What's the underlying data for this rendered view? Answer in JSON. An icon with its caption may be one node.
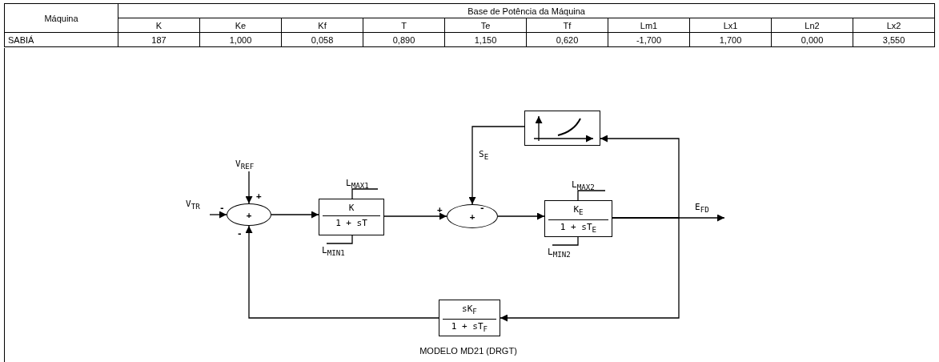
{
  "diagram": {
    "caption": "MODELO MD21 (DRGT)",
    "nodes": [
      {
        "text": [
          "+"
        ]
      },
      {
        "text": [
          "K",
          "1 + sT"
        ],
        "beside": [
          "L$_{MAX1}$",
          "L$_{MIN1}$"
        ]
      },
      {
        "text": [
          "+"
        ]
      },
      {
        "text": [
          "K$_{E}$",
          "1 + sT$_{E}$"
        ],
        "beside": [
          "L$_{MAX2}$",
          "L$_{MIN2}$"
        ]
      },
      {
        "text": [],
        "shape": "picture"
      },
      {
        "text": [
          "sK$_{F}$",
          "1 + sT$_{F}$"
        ]
      },
      {
        "text": [
          "V$_{REF}$"
        ]
      },
      {
        "text": [
          "V$_{TR}$"
        ]
      }
    ],
    "edges": [
      {
        "from": 7,
        "to": 0,
        "arrow": "to"
      },
      {
        "from": 6,
        "to": 0,
        "arrow": "to"
      },
      {
        "from": 0,
        "to": 1,
        "arrow": "to"
      },
      {
        "from": 1,
        "to": 2,
        "arrow": "to"
      },
      {
        "from": 4,
        "to": 2,
        "arrow": "to",
        "label": "S$_{E}$"
      },
      {
        "from": 2,
        "to": 3,
        "arrow": "to"
      },
      {
        "from": 3,
        "to": null,
        "arrow": "to",
        "label": "E$_{FD}$"
      },
      {
        "from": 3,
        "to": 4,
        "arrow": "to"
      },
      {
        "from": 3,
        "to": 5,
        "arrow": "to"
      },
      {
        "from": 5,
        "to": 0,
        "arrow": "to"
      }
    ],
    "labels": [
      "Máquina",
      "Base de Potência da Máquina",
      "K",
      "Ke",
      "Kf",
      "T",
      "Te",
      "Tf",
      "Lm1",
      "Lx1",
      "Ln2",
      "Lx2",
      "SABIÁ",
      "187",
      "1,000",
      "0,058",
      "0,890",
      "1,150",
      "0,620",
      "-1,700",
      "1,700",
      "0,000",
      "3,550",
      "+",
      "-",
      "-",
      "+",
      "-"
    ]
  }
}
